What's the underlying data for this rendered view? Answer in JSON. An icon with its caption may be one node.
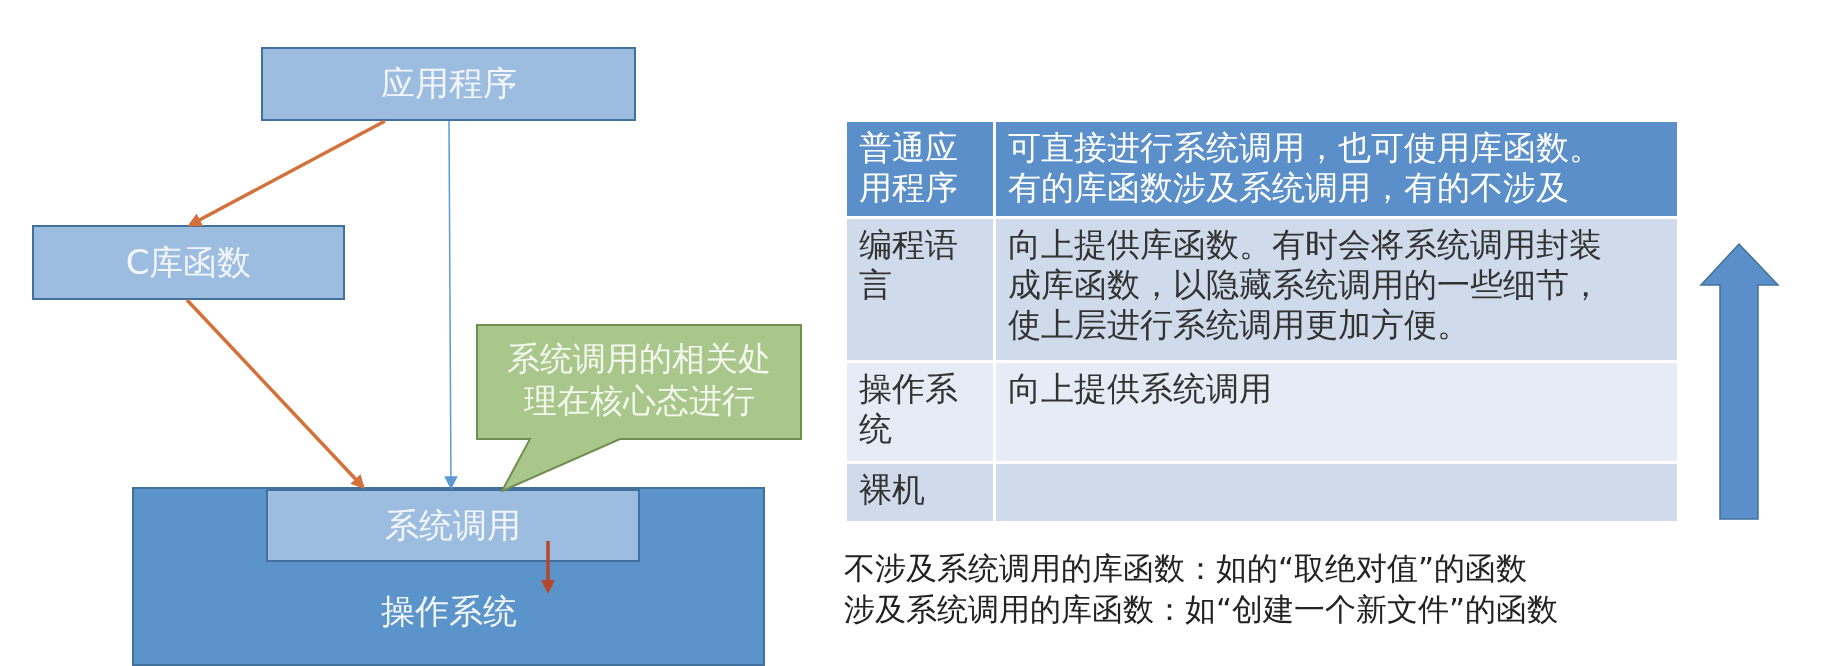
{
  "diagram": {
    "nodes": [
      {
        "text": [
          "应用程序"
        ]
      },
      {
        "text": [
          "C库函数"
        ]
      },
      {
        "text": [
          "操作系统"
        ]
      },
      {
        "text": [
          "系统调用"
        ],
        "in": 2
      },
      {
        "text": [
          "系统调用的相关处理在核心态进行"
        ]
      }
    ],
    "edges": [
      {
        "from": 0,
        "to": 1,
        "arrow": "to"
      },
      {
        "from": 1,
        "to": 3,
        "arrow": "to"
      },
      {
        "from": 0,
        "to": 3,
        "arrow": "to",
        "color": "#5b9bd5"
      }
    ],
    "labels": [
      "普通应用程序",
      "可直接进行系统调用，也可使用库函数。有的库函数涉及系统调用，有的不涉及",
      "编程语言",
      "向上提供库函数。有时会将系统调用封装成库函数，以隐藏系统调用的一些细节，使上层进行系统调用更加方便。",
      "操作系统",
      "向上提供系统调用",
      "裸机",
      "不涉及系统调用的库函数：如的“取绝对值”的函数",
      "涉及系统调用的库函数：如“创建一个新文件”的函数"
    ]
  }
}
